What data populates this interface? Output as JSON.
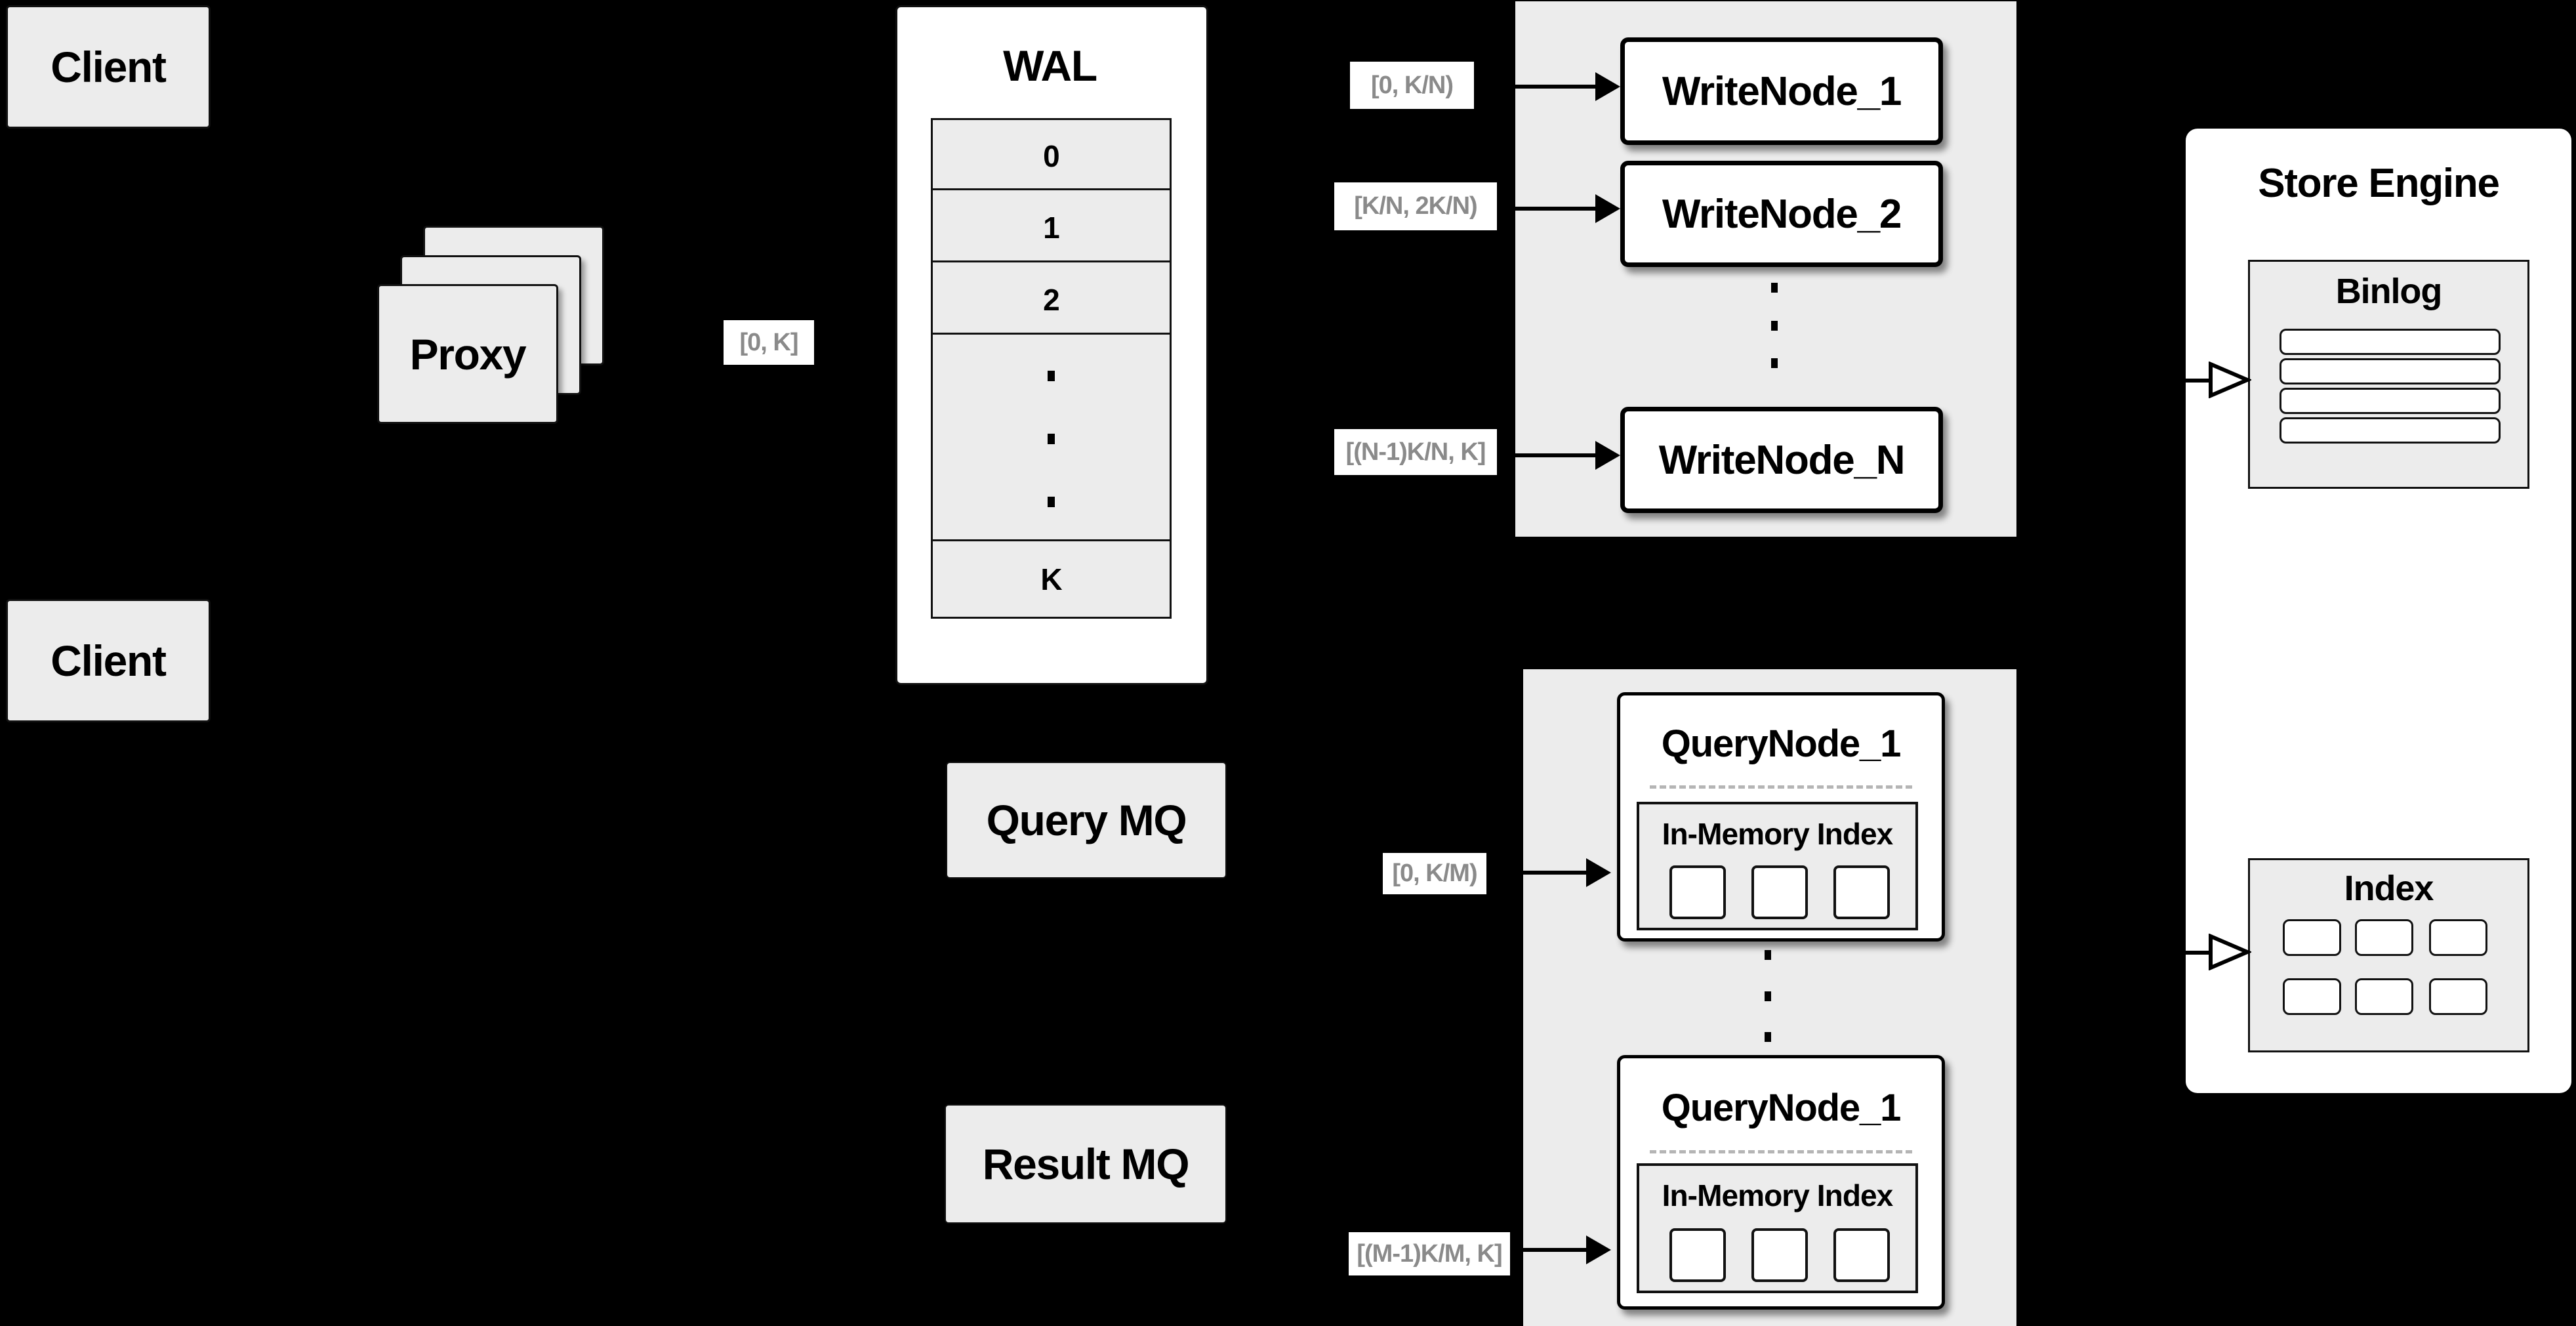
{
  "canvas": {
    "bg": "#000000"
  },
  "colors": {
    "panel_gray": "#ececec",
    "white": "#ffffff",
    "line": "#000000",
    "range_text": "#8a8a8a"
  },
  "clients": {
    "top": "Client",
    "bottom": "Client"
  },
  "proxy": {
    "label": "Proxy",
    "range": "[0, K]"
  },
  "wal": {
    "title": "WAL",
    "rows": [
      "0",
      "1",
      "2"
    ],
    "last_row": "K"
  },
  "write_group": {
    "nodes": [
      {
        "label": "WriteNode_1",
        "range": "[0, K/N)"
      },
      {
        "label": "WriteNode_2",
        "range": "[K/N, 2K/N)"
      },
      {
        "label": "WriteNode_N",
        "range": "[(N-1)K/N, K]"
      }
    ]
  },
  "mq": {
    "query": "Query MQ",
    "result": "Result MQ"
  },
  "query_group": {
    "nodes": [
      {
        "title": "QueryNode_1",
        "index_title": "In-Memory Index",
        "range": "[0, K/M)"
      },
      {
        "title": "QueryNode_1",
        "index_title": "In-Memory Index",
        "range": "[(M-1)K/M, K]"
      }
    ]
  },
  "store_engine": {
    "title": "Store Engine",
    "binlog": "Binlog",
    "index": "Index"
  }
}
